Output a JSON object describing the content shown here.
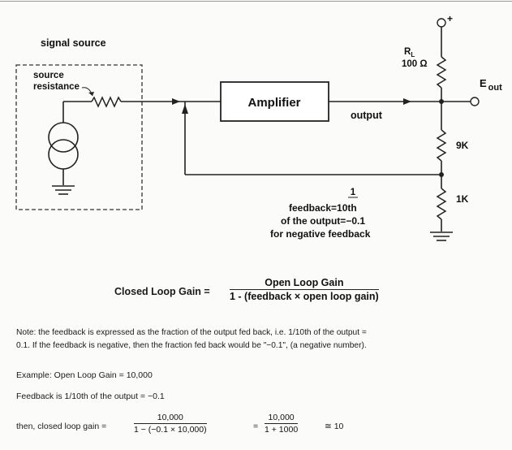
{
  "circuit": {
    "signal_source_label": "signal source",
    "source_resistance_label_1": "source",
    "source_resistance_label_2": "resistance",
    "amplifier_label": "Amplifier",
    "output_label": "output",
    "rl_label_main": "R",
    "rl_label_sub": "L",
    "rl_value": "100 Ω",
    "plus_label": "+",
    "eout_label_main": "E",
    "eout_label_sub": "out",
    "r9k_label": "9K",
    "r1k_label": "1K",
    "feedback_fraction_top": "1",
    "feedback_line_1": "feedback=10th",
    "feedback_line_2": "of the output=−0.1",
    "feedback_line_3": "for negative feedback"
  },
  "formula": {
    "lhs": "Closed Loop Gain =",
    "numerator": "Open Loop Gain",
    "denominator": "1 - (feedback × open loop gain)"
  },
  "note": {
    "line_1": "Note: the feedback is expressed as the fraction of the output fed back, i.e. 1/10th of the output =",
    "line_2": "0.1. If the feedback is negative, then the fraction fed back would be \"−0.1\", (a negative number)."
  },
  "example": {
    "line_1": "Example: Open Loop Gain = 10,000",
    "line_2": "Feedback is 1/10th of the output = −0.1",
    "then_label": "then, closed loop gain =",
    "frac1_num": "10,000",
    "frac1_den": "1 − (−0.1 × 10,000)",
    "eq2": "=",
    "frac2_num": "10,000",
    "frac2_den": "1 + 1000",
    "result": "≅ 10"
  }
}
